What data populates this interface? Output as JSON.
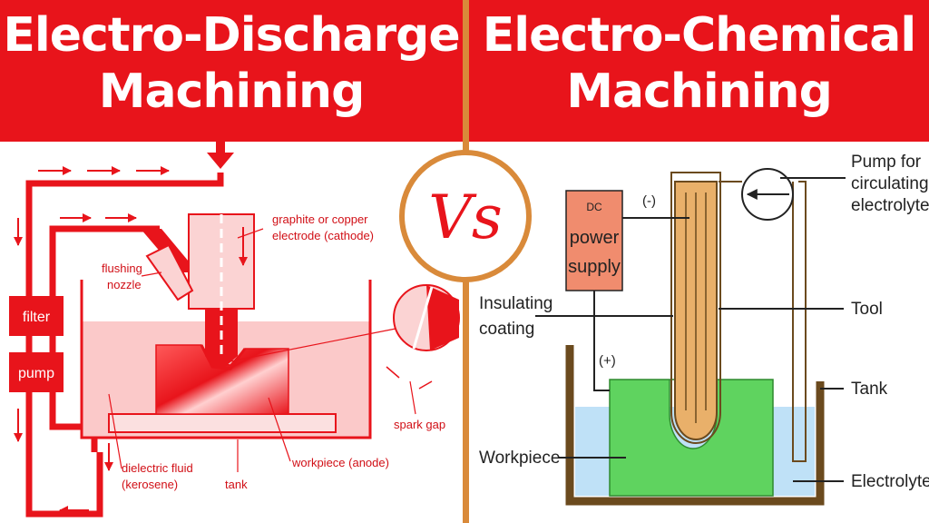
{
  "left": {
    "title_line1": "Electro-Discharge",
    "title_line2": "Machining",
    "labels": {
      "electrode_line1": "graphite or copper",
      "electrode_line2": "electrode (cathode)",
      "nozzle_line1": "flushing",
      "nozzle_line2": "nozzle",
      "filter": "filter",
      "pump": "pump",
      "spark_gap": "spark gap",
      "fluid_line1": "dielectric fluid",
      "fluid_line2": "(kerosene)",
      "tank": "tank",
      "workpiece": "workpiece (anode)"
    }
  },
  "vs": "Vs",
  "right": {
    "title_line1": "Electro-Chemical",
    "title_line2": "Machining",
    "labels": {
      "dc_line1": "DC",
      "dc_line2": "power",
      "dc_line3": "supply",
      "minus": "(-)",
      "plus": "(+)",
      "pump_line1": "Pump for",
      "pump_line2": "circulating",
      "pump_line3": "electrolyte",
      "insulating_line1": "Insulating",
      "insulating_line2": "coating",
      "tool": "Tool",
      "tank": "Tank",
      "workpiece": "Workpiece",
      "electrolyte": "Electrolyte"
    }
  },
  "colors": {
    "banner_red": "#e8141b",
    "divider_orange": "#d98a3a",
    "edm_red": "#e8141b",
    "ecm_green": "#5fd35f",
    "ecm_electrolyte": "#bfe1f7",
    "tank_brown": "#6b4a1e",
    "dc_supply": "#f08c6e",
    "tool_wood": "#e9b06a"
  }
}
